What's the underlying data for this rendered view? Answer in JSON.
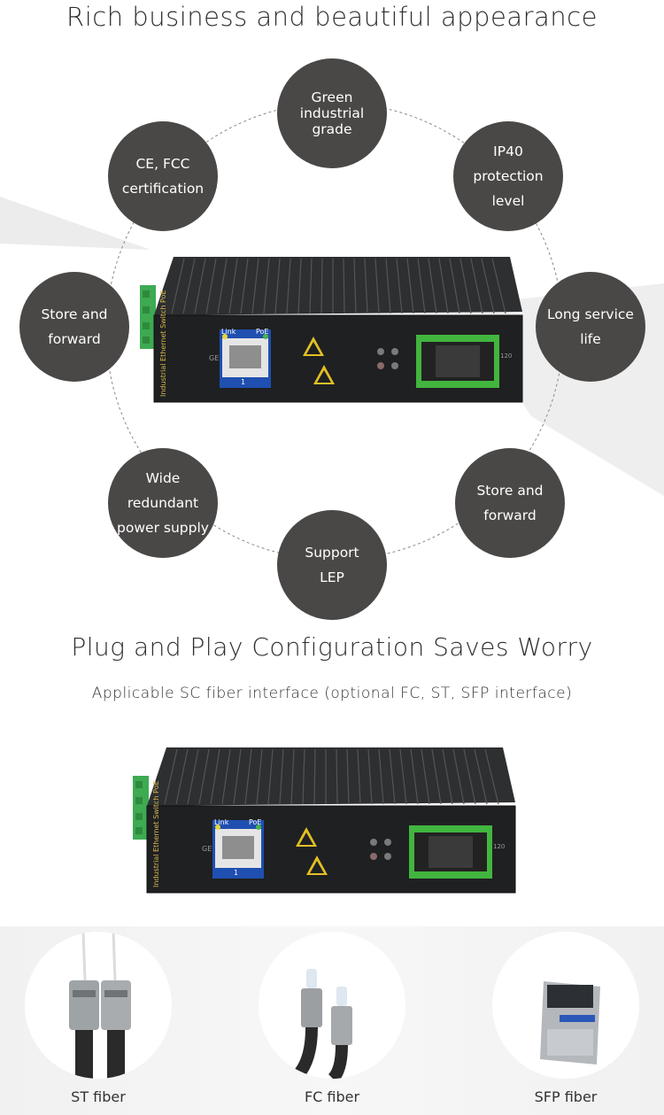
{
  "section1": {
    "title": "Rich business and beautiful appearance",
    "features": [
      {
        "id": "green",
        "label": "Green\nindustrial\ngrade"
      },
      {
        "id": "ip40",
        "label": "IP40\nprotection\nlevel"
      },
      {
        "id": "long-life",
        "label": "Long service\nlife"
      },
      {
        "id": "store-forward-right",
        "label": "Store and\nforward"
      },
      {
        "id": "lep",
        "label": "Support\nLEP"
      },
      {
        "id": "power",
        "label": "Wide\nredundant\npower supply"
      },
      {
        "id": "store-forward-left",
        "label": "Store and\nforward"
      },
      {
        "id": "cert",
        "label": "CE, FCC\ncertification"
      }
    ]
  },
  "device": {
    "side_label": "Industrial Ethernet Switch PoE",
    "port_link": "Link",
    "port_poe": "PoE",
    "port_ge": "GE",
    "port_num": "1",
    "fiber_id": "120"
  },
  "section2": {
    "title": "Plug and Play Configuration Saves Worry",
    "subtitle": "Applicable SC fiber interface (optional FC, ST, SFP interface)"
  },
  "fibers": [
    {
      "id": "st",
      "label": "ST fiber"
    },
    {
      "id": "fc",
      "label": "FC fiber"
    },
    {
      "id": "sfp",
      "label": "SFP fiber"
    }
  ]
}
